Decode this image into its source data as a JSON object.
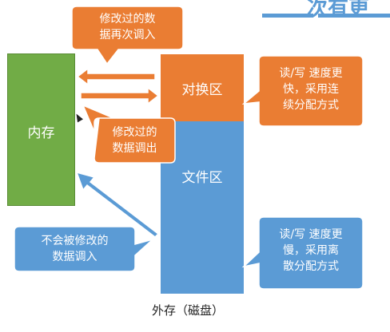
{
  "header": {
    "title_fragment": "次有更"
  },
  "blocks": {
    "memory_label": "内存",
    "swap_label": "对换区",
    "file_label": "文件区"
  },
  "caption": "外存（磁盘）",
  "callouts": {
    "swap_in_modified": [
      "修改过的数",
      "据再次调入"
    ],
    "swap_out_modified": [
      "修改过的",
      "数据调出"
    ],
    "load_unmodified": [
      "不会被修改的",
      "数据调入"
    ],
    "swap_speed": [
      "读/写 速度更",
      "快，采用连",
      "续分配方式"
    ],
    "file_speed": [
      "读/写 速度更",
      "慢，采用离",
      "散分配方式"
    ]
  },
  "colors": {
    "memory": "#71ac46",
    "swap": "#ea7d33",
    "file": "#5b9bd5",
    "arrow_orange": "#ea7d33",
    "arrow_blue": "#5b9bd5"
  }
}
